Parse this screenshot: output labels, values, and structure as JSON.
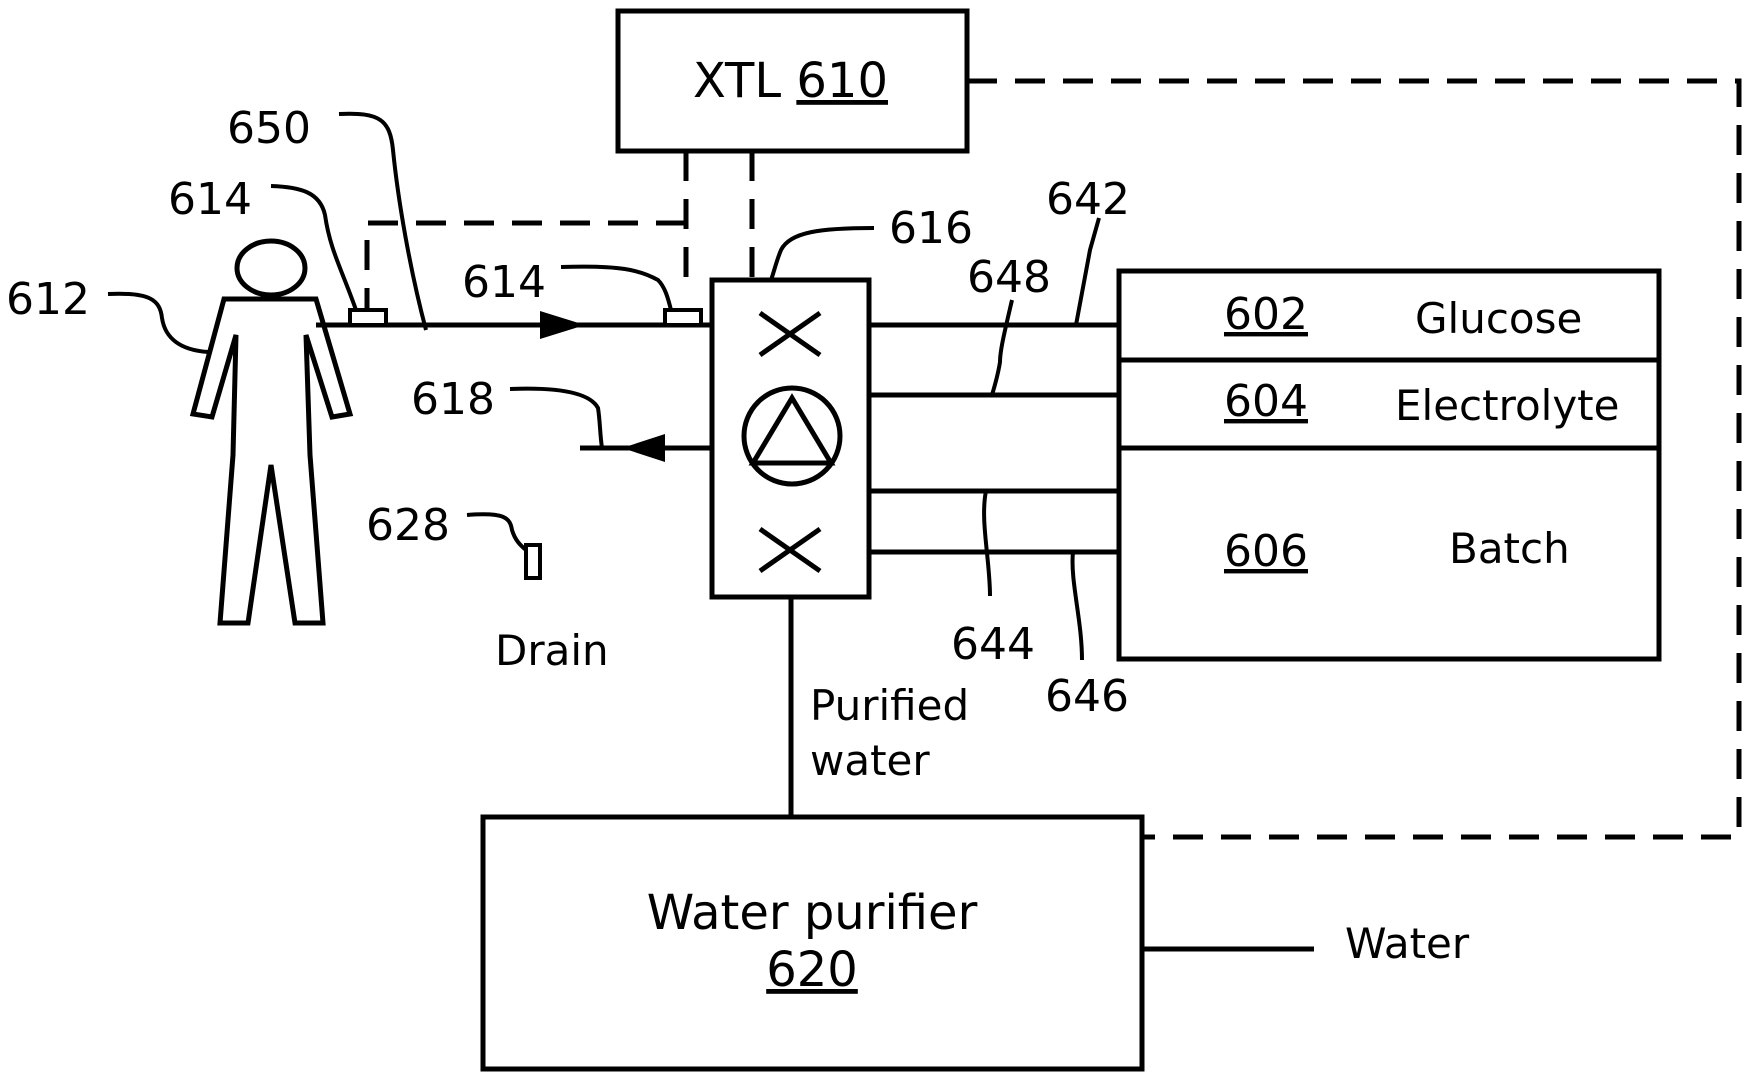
{
  "controller": {
    "prefix": "XTL ",
    "number": "610"
  },
  "purifier": {
    "title": "Water purifier",
    "number": "620"
  },
  "containers": [
    {
      "number": "602",
      "name": "Glucose"
    },
    {
      "number": "604",
      "name": "Electrolyte"
    },
    {
      "number": "606",
      "name": "Batch"
    }
  ],
  "reference_numerals": {
    "patient": "612",
    "line": "650",
    "sensor_left": "614",
    "sensor_right": "614",
    "manifold": "616",
    "drain_line": "618",
    "drain_port": "628",
    "glucose_line": "642",
    "electrolyte_line": "648",
    "batch_line_a": "644",
    "batch_line_b": "646"
  },
  "labels": {
    "drain": "Drain",
    "purified_water_line1": "Purified",
    "purified_water_line2": "water",
    "water": "Water"
  }
}
